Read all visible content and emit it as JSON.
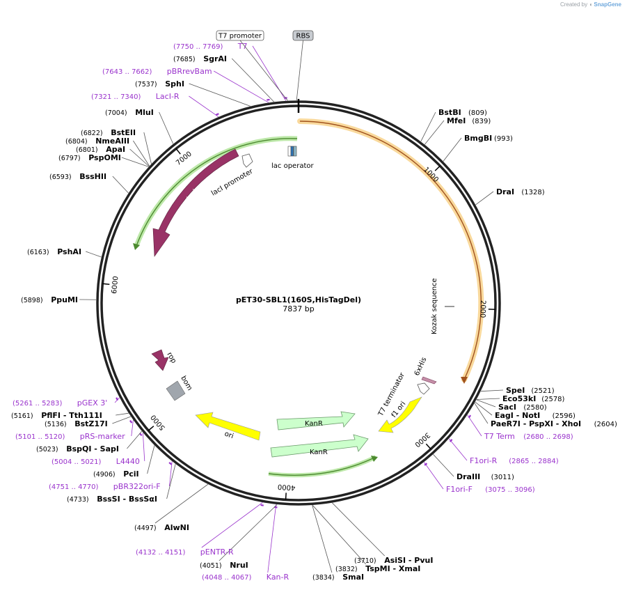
{
  "credit": {
    "prefix": "Created by",
    "brand": "SnapGene"
  },
  "plasmid": {
    "name": "pET30-SBL1(160S,HisTagDel)",
    "length": 7837,
    "length_label": "7837 bp"
  },
  "colors": {
    "enzyme": "#000000",
    "primer": "#9932cc",
    "kan": "#ccffcc",
    "lacI": "#993366",
    "ori": "#ffff00",
    "t7": "#f5b041",
    "promoter": "#ffffff",
    "grey": "#a0a6ad",
    "lacop_green": "#8fd08f"
  },
  "ticks": [
    {
      "pos": 1000,
      "label": "1000"
    },
    {
      "pos": 2000,
      "label": "2000"
    },
    {
      "pos": 3000,
      "label": "3000"
    },
    {
      "pos": 4000,
      "label": "4000"
    },
    {
      "pos": 5000,
      "label": "5000"
    },
    {
      "pos": 6000,
      "label": "6000"
    },
    {
      "pos": 7000,
      "label": "7000"
    }
  ],
  "labels": [
    {
      "id": "bstbi",
      "pos": 809,
      "kind": "enzyme",
      "text": "BstBI",
      "range": "(809)"
    },
    {
      "id": "mfei",
      "pos": 839,
      "kind": "enzyme",
      "text": "MfeI",
      "range": "(839)"
    },
    {
      "id": "bmgbi",
      "pos": 993,
      "kind": "enzyme",
      "text": "BmgBI",
      "range": "(993)"
    },
    {
      "id": "drai",
      "pos": 1328,
      "kind": "enzyme",
      "text": "DraI",
      "range": "(1328)"
    },
    {
      "id": "spei",
      "pos": 2521,
      "kind": "enzyme",
      "text": "SpeI",
      "range": "(2521)"
    },
    {
      "id": "eco53ki",
      "pos": 2578,
      "kind": "enzyme",
      "text": "Eco53kI",
      "range": "(2578)"
    },
    {
      "id": "saci",
      "pos": 2580,
      "kind": "enzyme",
      "text": "SacI",
      "range": "(2580)"
    },
    {
      "id": "eagi",
      "pos": 2596,
      "kind": "enzyme",
      "text": "EagI - NotI",
      "range": "(2596)"
    },
    {
      "id": "paer7i",
      "pos": 2604,
      "kind": "enzyme",
      "text": "PaeR7I - PspXI - XhoI",
      "range": "(2604)"
    },
    {
      "id": "t7term",
      "pos": 2689,
      "kind": "primer",
      "text": "T7 Term",
      "range": "(2680 .. 2698)"
    },
    {
      "id": "f1orir",
      "pos": 2874,
      "kind": "primer",
      "text": "F1ori-R",
      "range": "(2865 .. 2884)"
    },
    {
      "id": "draiii",
      "pos": 3011,
      "kind": "enzyme",
      "text": "DraIII",
      "range": "(3011)"
    },
    {
      "id": "f1orif",
      "pos": 3085,
      "kind": "primer",
      "text": "F1ori-F",
      "range": "(3075 .. 3096)"
    },
    {
      "id": "pvui",
      "pos": 3710,
      "kind": "enzyme",
      "text": "AsiSI - PvuI",
      "range": "(3710)"
    },
    {
      "id": "xmai",
      "pos": 3832,
      "kind": "enzyme",
      "text": "TspMI - XmaI",
      "range": "(3832)"
    },
    {
      "id": "smai",
      "pos": 3834,
      "kind": "enzyme",
      "text": "SmaI",
      "range": "(3834)"
    },
    {
      "id": "kanr_p",
      "pos": 4057,
      "kind": "primer",
      "text": "Kan-R",
      "range": "(4048 .. 4067)"
    },
    {
      "id": "nrui",
      "pos": 4051,
      "kind": "enzyme",
      "text": "NruI",
      "range": "(4051)"
    },
    {
      "id": "pentr",
      "pos": 4141,
      "kind": "primer",
      "text": "pENTR-R",
      "range": "(4132 .. 4151)"
    },
    {
      "id": "alwni",
      "pos": 4497,
      "kind": "enzyme",
      "text": "AlwNI",
      "range": "(4497)"
    },
    {
      "id": "bsssi",
      "pos": 4733,
      "kind": "enzyme",
      "text": "BssSI - BssSαI",
      "range": "(4733)"
    },
    {
      "id": "pbr322",
      "pos": 4760,
      "kind": "primer",
      "text": "pBR322ori-F",
      "range": "(4751 .. 4770)"
    },
    {
      "id": "pcii",
      "pos": 4906,
      "kind": "enzyme",
      "text": "PciI",
      "range": "(4906)"
    },
    {
      "id": "l4440",
      "pos": 5012,
      "kind": "primer",
      "text": "L4440",
      "range": "(5004 .. 5021)"
    },
    {
      "id": "sapi",
      "pos": 5023,
      "kind": "enzyme",
      "text": "BspQI - SapI",
      "range": "(5023)"
    },
    {
      "id": "prs",
      "pos": 5110,
      "kind": "primer",
      "text": "pRS-marker",
      "range": "(5101 .. 5120)"
    },
    {
      "id": "bstz17i",
      "pos": 5136,
      "kind": "enzyme",
      "text": "BstZ17I",
      "range": "(5136)"
    },
    {
      "id": "tth111i",
      "pos": 5161,
      "kind": "enzyme",
      "text": "PflFI - Tth111I",
      "range": "(5161)"
    },
    {
      "id": "pgex3",
      "pos": 5272,
      "kind": "primer",
      "text": "pGEX 3'",
      "range": "(5261 .. 5283)"
    },
    {
      "id": "ppumi",
      "pos": 5898,
      "kind": "enzyme",
      "text": "PpuMI",
      "range": "(5898)"
    },
    {
      "id": "pshai",
      "pos": 6163,
      "kind": "enzyme",
      "text": "PshAI",
      "range": "(6163)"
    },
    {
      "id": "bsshii",
      "pos": 6593,
      "kind": "enzyme",
      "text": "BssHII",
      "range": "(6593)"
    },
    {
      "id": "pspomi",
      "pos": 6797,
      "kind": "enzyme",
      "text": "PspOMI",
      "range": "(6797)"
    },
    {
      "id": "apai",
      "pos": 6801,
      "kind": "enzyme",
      "text": "ApaI",
      "range": "(6801)"
    },
    {
      "id": "nmeaiii",
      "pos": 6804,
      "kind": "enzyme",
      "text": "NmeAIII",
      "range": "(6804)"
    },
    {
      "id": "bsteii",
      "pos": 6822,
      "kind": "enzyme",
      "text": "BstEII",
      "range": "(6822)"
    },
    {
      "id": "mlui",
      "pos": 7004,
      "kind": "enzyme",
      "text": "MluI",
      "range": "(7004)"
    },
    {
      "id": "lacir",
      "pos": 7330,
      "kind": "primer",
      "text": "LacI-R",
      "range": "(7321 .. 7340)"
    },
    {
      "id": "sphi",
      "pos": 7537,
      "kind": "enzyme",
      "text": "SphI",
      "range": "(7537)"
    },
    {
      "id": "pbrrevbam",
      "pos": 7652,
      "kind": "primer",
      "text": "pBRrevBam",
      "range": "(7643 .. 7662)"
    },
    {
      "id": "sgrai",
      "pos": 7685,
      "kind": "enzyme",
      "text": "SgrAI",
      "range": "(7685)"
    },
    {
      "id": "t7p",
      "pos": 7759,
      "kind": "primer",
      "text": "T7",
      "range": "(7750 .. 7769)"
    }
  ],
  "boxed_labels": [
    {
      "id": "t7promoter",
      "pos": 7770,
      "text": "T7 promoter"
    },
    {
      "id": "rbs",
      "pos": 7825,
      "text": "RBS"
    }
  ],
  "features": [
    {
      "id": "lac-operator",
      "text": "lac operator"
    },
    {
      "id": "laci",
      "text": "lacI"
    },
    {
      "id": "laci-promoter",
      "text": "lacI promoter"
    },
    {
      "id": "kozak",
      "text": "Kozak sequence"
    },
    {
      "id": "hisx6",
      "text": "6xHis"
    },
    {
      "id": "t7-terminator",
      "text": "T7 terminator"
    },
    {
      "id": "f1-ori",
      "text": "f1 ori"
    },
    {
      "id": "kanr1",
      "text": "KanR"
    },
    {
      "id": "kanr2",
      "text": "KanR"
    },
    {
      "id": "ori",
      "text": "ori"
    },
    {
      "id": "rop",
      "text": "rop"
    },
    {
      "id": "bom",
      "text": "bom"
    }
  ]
}
